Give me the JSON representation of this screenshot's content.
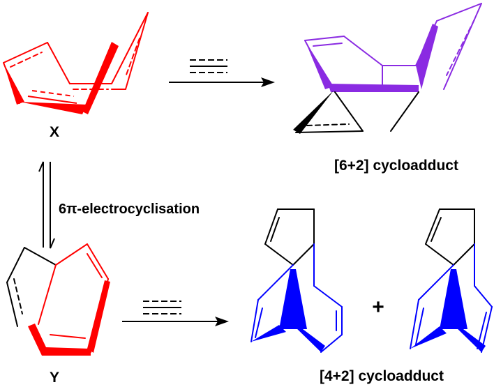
{
  "labels": {
    "compound_x": "X",
    "compound_y": "Y",
    "equilibrium": "6π-electrocyclisation",
    "product_62": "[6+2] cycloadduct",
    "product_42": "[4+2] cycloadduct",
    "plus": "+"
  },
  "colors": {
    "ink": "#000000",
    "red": "#ff0000",
    "purple": "#8a2be2",
    "blue": "#0000ff"
  }
}
